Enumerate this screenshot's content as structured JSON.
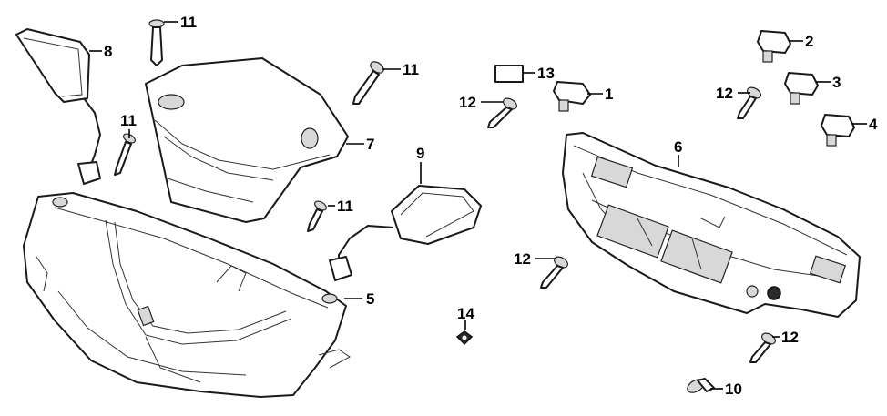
{
  "callouts": {
    "c1": "1",
    "c2": "2",
    "c3": "3",
    "c4": "4",
    "c5": "5",
    "c6": "6",
    "c7": "7",
    "c8": "8",
    "c9": "9",
    "c10": "10",
    "c11a": "11",
    "c11b": "11",
    "c11c": "11",
    "c11d": "11",
    "c12a": "12",
    "c12b": "12",
    "c12c": "12",
    "c12d": "12",
    "c13": "13",
    "c14": "14"
  },
  "colors": {
    "line": "#1a1a1a",
    "background": "#ffffff"
  }
}
